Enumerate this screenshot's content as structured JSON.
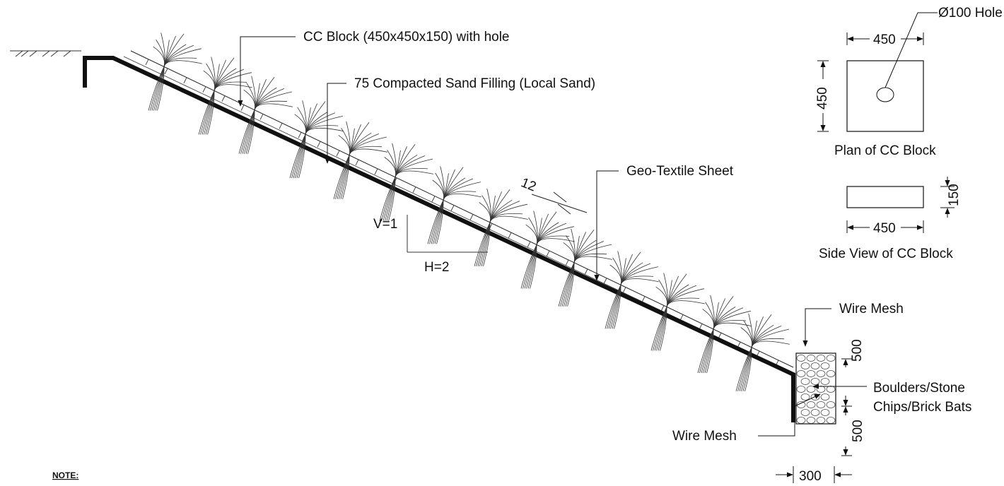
{
  "labels": {
    "cc_block": "CC Block (450x450x150) with hole",
    "sand_filling": "75 Compacted Sand Filling (Local Sand)",
    "geo_textile": "Geo-Textile Sheet",
    "thickness": "12",
    "slope_v": "V=1",
    "slope_h": "H=2",
    "hole": "Ø100 Hole",
    "plan_width": "450",
    "plan_height": "450",
    "plan_title": "Plan of CC Block",
    "side_width": "450",
    "side_height": "150",
    "side_title": "Side View of CC Block",
    "wire_mesh_top": "Wire Mesh",
    "wire_mesh_bottom": "Wire Mesh",
    "boulders_line1": "Boulders/Stone",
    "boulders_line2": "Chips/Brick Bats",
    "toe_depth_upper": "500",
    "toe_depth_lower": "500",
    "toe_width": "300",
    "note_heading": "NOTE:"
  },
  "colors": {
    "line": "#111111",
    "fill": "#ffffff"
  }
}
